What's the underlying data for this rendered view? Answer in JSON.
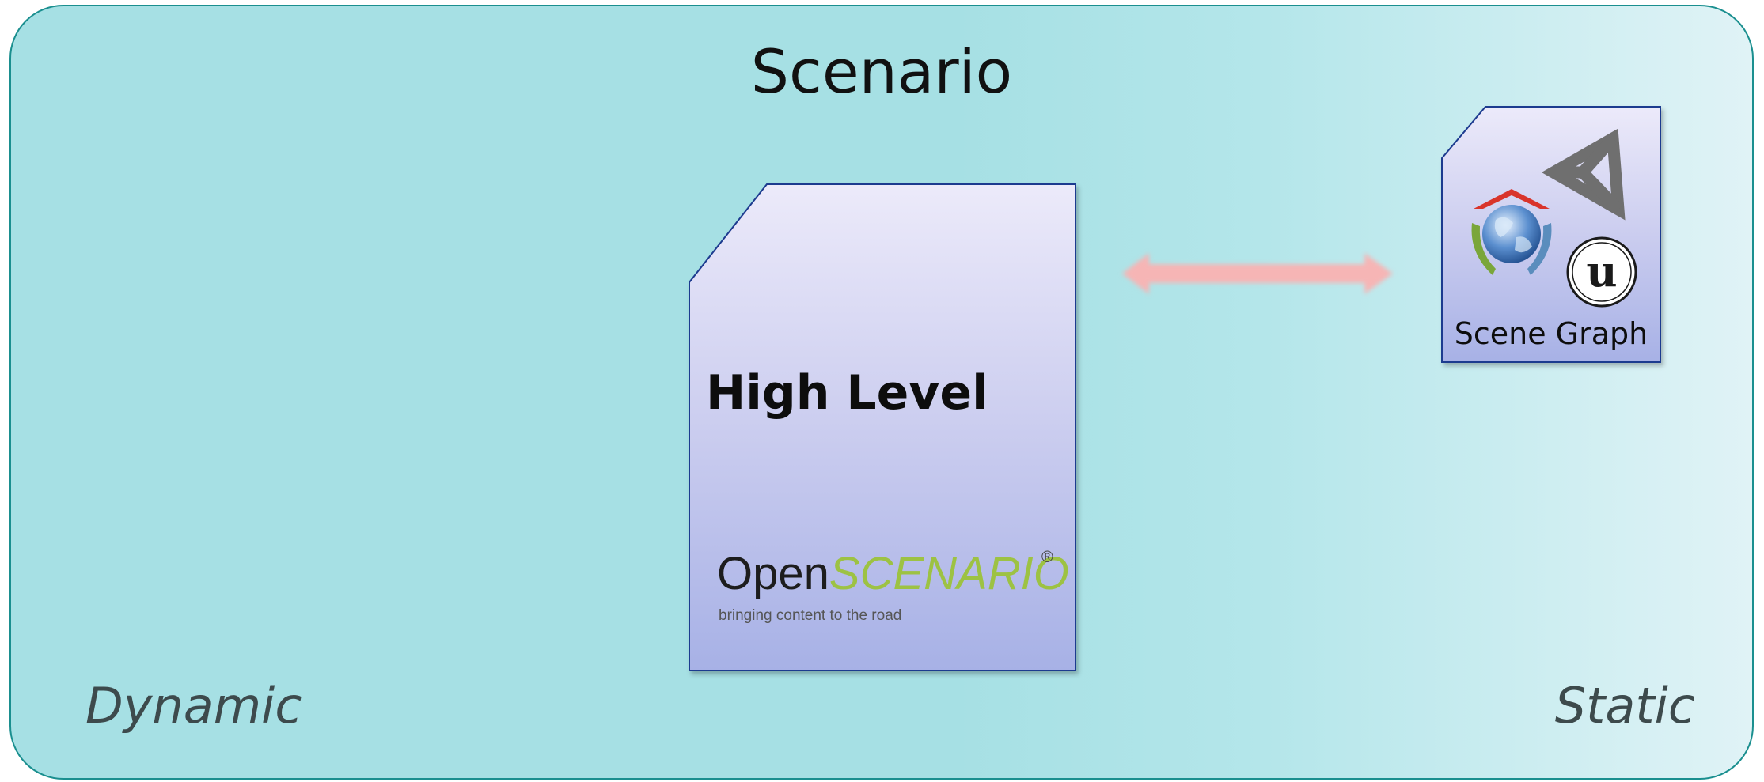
{
  "title": "Scenario",
  "high_level": {
    "heading": "High Level",
    "logo": {
      "open": "Open",
      "scenario": "SCENARIO",
      "registered": "®",
      "tagline": "bringing content to the road",
      "colors": {
        "open": "#1d1d1d",
        "scenario": "#9dc243"
      }
    }
  },
  "scene_graph": {
    "caption": "Scene Graph",
    "icons": [
      "unity-logo-icon",
      "globe-house-icon",
      "unreal-engine-icon"
    ]
  },
  "axis_labels": {
    "left": "Dynamic",
    "right": "Static"
  },
  "colors": {
    "panel_border": "#1a8f8f",
    "card_border": "#1f3a8f",
    "arrow": "#f6b5b5"
  }
}
